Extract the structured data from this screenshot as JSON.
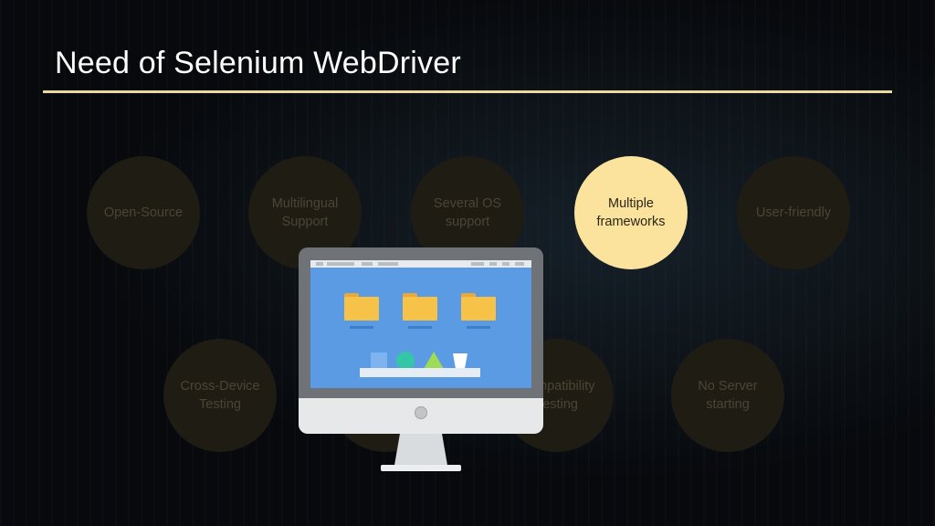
{
  "slide": {
    "title": "Need of Selenium WebDriver"
  },
  "features": [
    {
      "label": "Open-Source",
      "active": false
    },
    {
      "label": "Multilingual Support",
      "active": false
    },
    {
      "label": "Several OS support",
      "active": false
    },
    {
      "label": "Multiple frameworks",
      "active": true
    },
    {
      "label": "User-friendly",
      "active": false
    },
    {
      "label": "Cross-Device Testing",
      "active": false
    },
    {
      "label": "Compatibility Testing",
      "active": false
    },
    {
      "label": "No Server starting",
      "active": false
    }
  ],
  "colors": {
    "accent": "#fbe39e",
    "title_rule": "#ecd9a0",
    "inactive_circle": "#1f1c14",
    "screen": "#5b9be3"
  },
  "icons": {
    "illustration": "desktop-monitor-icon",
    "folders": "folder-icon"
  }
}
